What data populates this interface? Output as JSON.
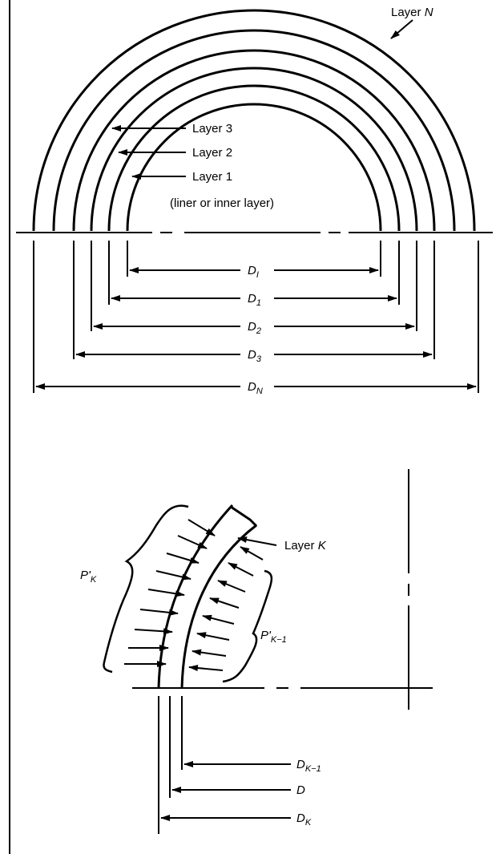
{
  "top_figure": {
    "layer_labels": {
      "layer_n": "Layer",
      "layer_n_var": "N",
      "layer_3": "Layer 3",
      "layer_2": "Layer 2",
      "layer_1": "Layer 1",
      "liner_note": "(liner or inner layer)"
    },
    "diameters": [
      {
        "base": "D",
        "sub": "I"
      },
      {
        "base": "D",
        "sub": "1"
      },
      {
        "base": "D",
        "sub": "2"
      },
      {
        "base": "D",
        "sub": "3"
      },
      {
        "base": "D",
        "sub": "N"
      }
    ]
  },
  "bottom_figure": {
    "layer_k": "Layer",
    "layer_k_var": "K",
    "pressure_outer": {
      "base": "P'",
      "sub": "K"
    },
    "pressure_inner": {
      "base": "P'",
      "sub": "K−1"
    },
    "diameters": [
      {
        "base": "D",
        "sub": "K−1"
      },
      {
        "base": "D",
        "sub": ""
      },
      {
        "base": "D",
        "sub": "K"
      }
    ]
  }
}
